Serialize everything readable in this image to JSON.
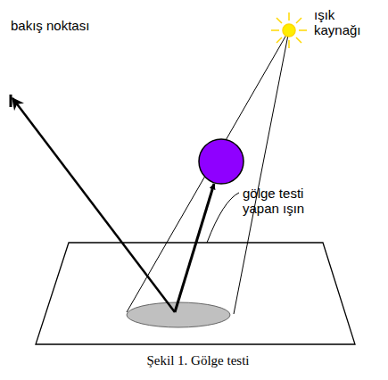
{
  "diagram": {
    "caption": "Şekil 1. Gölge testi",
    "labels": [
      "bakış noktası",
      "ışık kaynağı",
      "gölge testi yapan ışın"
    ]
  }
}
